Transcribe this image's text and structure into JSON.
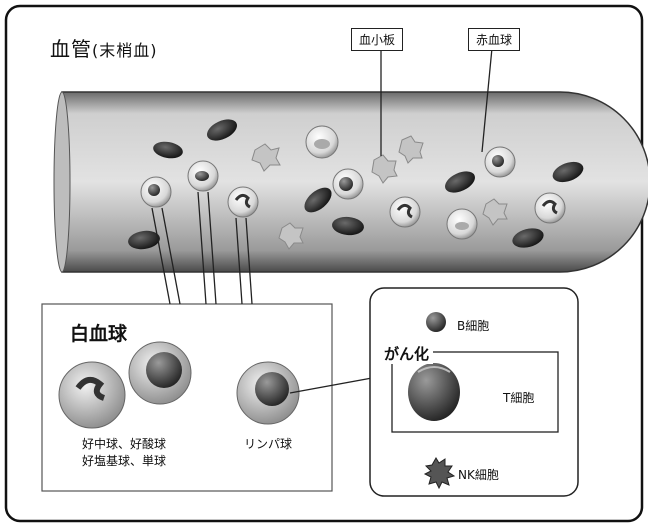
{
  "diagram": {
    "title_main": "血管",
    "title_sub": "(末梢血)",
    "tags": {
      "platelet": "血小板",
      "red_blood_cell": "赤血球"
    },
    "white_blood_cell_title": "白血球",
    "granulocyte_lines": [
      "好中球、好酸球",
      "好塩基球、単球"
    ],
    "lymphocyte_label": "リンパ球",
    "b_cell_label": "B細胞",
    "cancer_label": "がん化",
    "t_cell_label": "T細胞",
    "nk_cell_label": "NK細胞"
  }
}
